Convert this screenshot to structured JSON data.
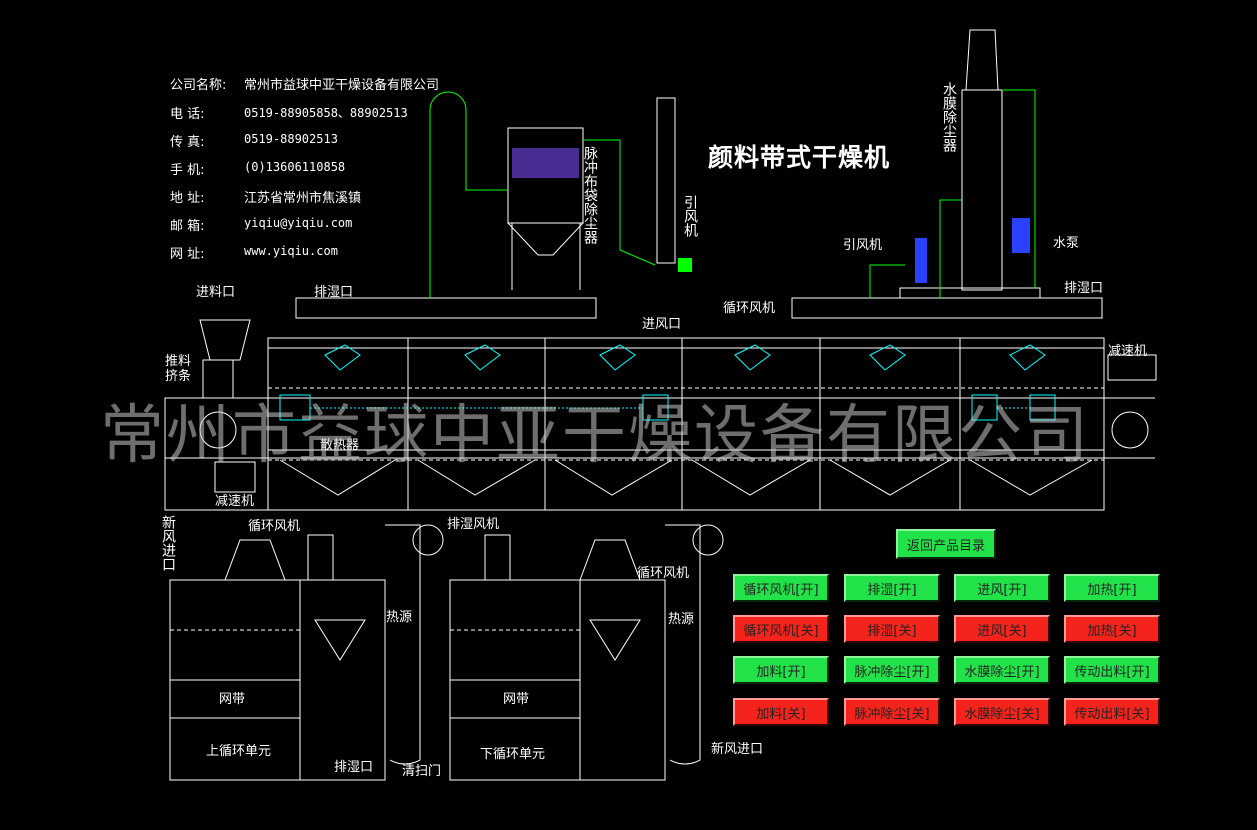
{
  "company": {
    "name_label": "公司名称:",
    "name_value": "常州市益球中亚干燥设备有限公司",
    "rows": [
      {
        "label": "电      话:",
        "value": "0519-88905858、88902513"
      },
      {
        "label": "传      真:",
        "value": "0519-88902513"
      },
      {
        "label": "手      机:",
        "value": "(0)13606110858"
      },
      {
        "label": "地      址:",
        "value": "江苏省常州市焦溪镇"
      },
      {
        "label": "邮      箱:",
        "value": "yiqiu@yiqiu.com"
      },
      {
        "label": "网      址:",
        "value": "www.yiqiu.com"
      }
    ]
  },
  "title": "颜料带式干燥机",
  "watermark": "常州市益球中亚干燥设备有限公司",
  "labels": {
    "feed_inlet": "进料口",
    "dehumid_outlet_left": "排湿口",
    "dehumid_outlet_right": "排湿口",
    "pulse_bag_filter": "脉冲布袋除尘器",
    "induced_fan_top": "引风机",
    "induced_fan_right": "引风机",
    "water_film_dust": "水膜除尘器",
    "water_pump": "水泵",
    "air_inlet": "进风口",
    "circulating_fan_top": "循环风机",
    "reducer_right": "减速机",
    "push_extrude": "推料挤条",
    "radiator": "散热器",
    "reducer_bottom": "减速机",
    "fresh_air_inlet_left": "新风进口",
    "circulating_fan_l": "循环风机",
    "dehumid_fan": "排湿风机",
    "circulating_fan_r": "循环风机",
    "heat_source_l": "热源",
    "heat_source_r": "热源",
    "mesh_belt_l": "网带",
    "mesh_belt_r": "网带",
    "upper_unit": "上循环单元",
    "lower_unit": "下循环单元",
    "dehumid_outlet_bottom": "排湿口",
    "clean_door": "清扫门",
    "fresh_air_inlet_right": "新风进口"
  },
  "controls": {
    "back_label": "返回产品目录",
    "row1": [
      "循环风机[开]",
      "排湿[开]",
      "进风[开]",
      "加热[开]"
    ],
    "row2": [
      "循环风机[关]",
      "排湿[关]",
      "进风[关]",
      "加热[关]"
    ],
    "row3": [
      "加料[开]",
      "脉冲除尘[开]",
      "水膜除尘[开]",
      "传动出料[开]"
    ],
    "row4": [
      "加料[关]",
      "脉冲除尘[关]",
      "水膜除尘[关]",
      "传动出料[关]"
    ]
  },
  "colors": {
    "background": "#000000",
    "line_green": "#00ff00",
    "line_white": "#ffffff",
    "line_cyan": "#00ffff",
    "button_on": "#22e24a",
    "button_off": "#f4241c"
  }
}
